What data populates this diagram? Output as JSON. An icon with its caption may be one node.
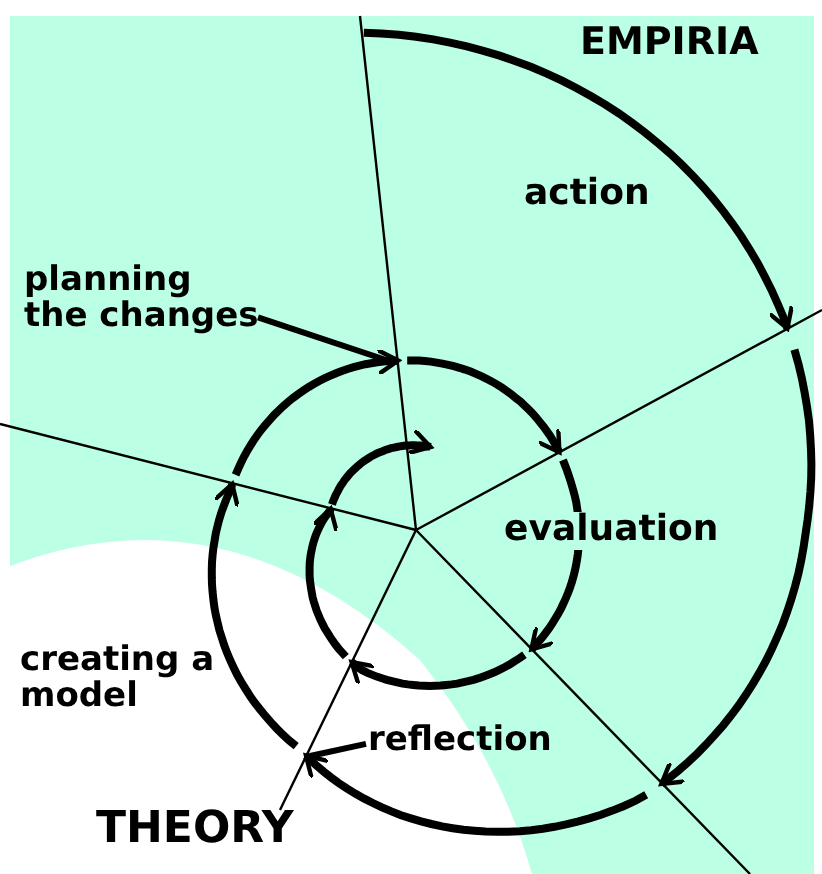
{
  "diagram": {
    "nodes": [
      {
        "text": [
          "planning the changes"
        ]
      },
      {
        "text": [
          "reflection"
        ]
      }
    ],
    "edges": [
      {
        "from": 0,
        "to": null,
        "arrow": "none"
      },
      {
        "from": 1,
        "to": null,
        "arrow": "none"
      }
    ],
    "labels": [
      "EMPIRIA",
      "action",
      "evaluation",
      "creating a model",
      "THEORY"
    ]
  }
}
